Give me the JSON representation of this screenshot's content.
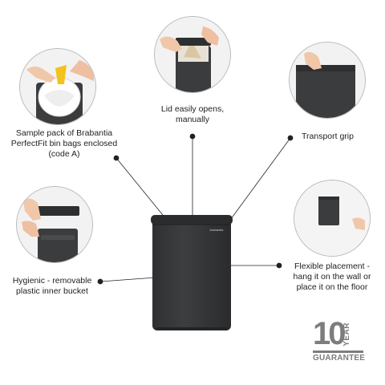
{
  "features": {
    "bin_bags": {
      "lines": [
        "Sample pack of Brabantia",
        "PerfectFit bin bags enclosed",
        "(code A)"
      ]
    },
    "lid": {
      "lines": [
        "Lid easily opens,",
        "manually"
      ]
    },
    "grip": {
      "lines": [
        "Transport grip"
      ]
    },
    "bucket": {
      "lines": [
        "Hygienic - removable",
        "plastic inner bucket"
      ]
    },
    "placement": {
      "lines": [
        "Flexible placement -",
        "hang it on the wall or",
        "place it on the floor"
      ]
    }
  },
  "product": {
    "brand_mark": "brabantia"
  },
  "guarantee": {
    "number": "10",
    "unit": "YEAR",
    "text": "GUARANTEE"
  },
  "colors": {
    "bin": "#3a3b3d",
    "bin_dark": "#2b2c2e",
    "guarantee": "#7d7d7d",
    "circle_border": "#b9b9b9"
  }
}
